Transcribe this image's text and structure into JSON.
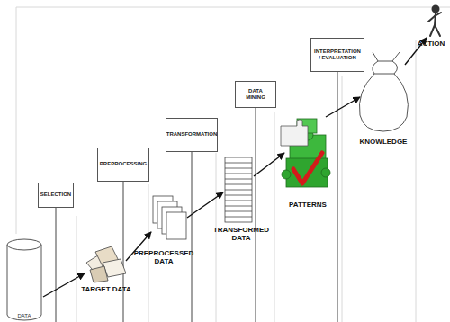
{
  "diagram": {
    "nodes": [
      {
        "text": [
          "SELECTION"
        ]
      },
      {
        "text": [
          "PREPROCESSING"
        ]
      },
      {
        "text": [
          "TRANSFORMATION"
        ]
      },
      {
        "text": [
          "DATA MINING"
        ]
      },
      {
        "text": [
          "INTERPRETATION / EVALUATION"
        ]
      }
    ],
    "labels": [
      "DATA",
      "TARGET DATA",
      "PREPROCESSED DATA",
      "TRANSFORMED DATA",
      "PATTERNS",
      "KNOWLEDGE",
      "ACTION"
    ]
  }
}
